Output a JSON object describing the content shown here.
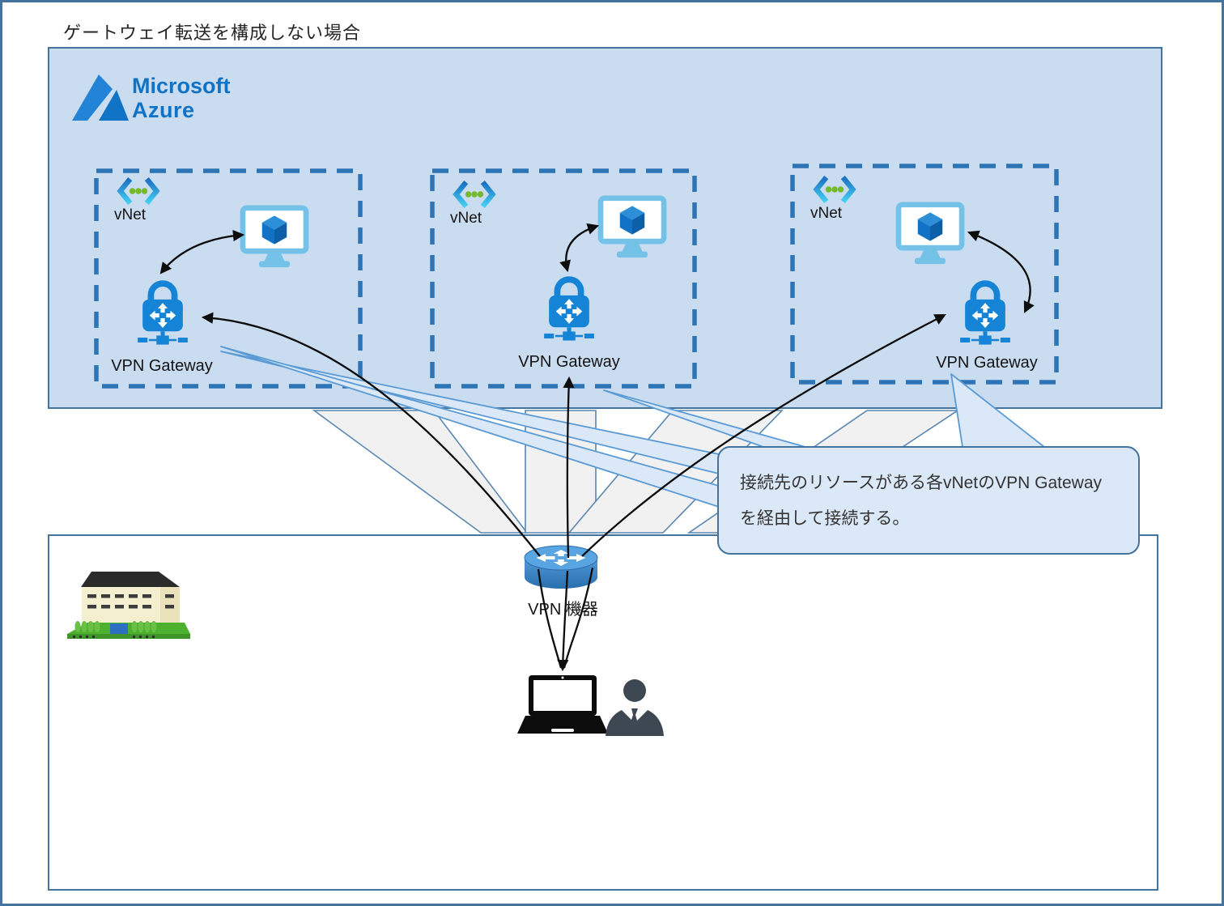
{
  "title": "ゲートウェイ転送を構成しない場合",
  "azure": {
    "brand_line1": "Microsoft",
    "brand_line2": "Azure"
  },
  "vnets": [
    {
      "label": "vNet",
      "gateway_label": "VPN Gateway"
    },
    {
      "label": "vNet",
      "gateway_label": "VPN Gateway"
    },
    {
      "label": "vNet",
      "gateway_label": "VPN Gateway"
    }
  ],
  "onprem": {
    "vpn_device_label": "VPN 機器"
  },
  "callout": {
    "line1": "接続先のリソースがある各vNetのVPN Gateway",
    "line2": "を経由して接続する。"
  },
  "icons": [
    "azure-logo",
    "vnet-icon",
    "vm-icon",
    "vpn-gateway-icon",
    "router-icon",
    "building-icon",
    "laptop-icon",
    "person-icon"
  ],
  "colors": {
    "azure_box_bg": "#c9dcf0",
    "panel_border": "#44739e",
    "vnet_dash": "#2e75b6",
    "gateway_blue": "#1584d6",
    "monitor_blue": "#74c2e8",
    "cube_blue": "#1173c5",
    "vnet_dot_green": "#76b82e",
    "beam_fill": "#f1f1f1",
    "callout_fill": "#dbe8f7",
    "callout_stroke": "#5b9bd5",
    "arrow_black": "#0d0d0d",
    "brand_blue": "#1173c5"
  }
}
